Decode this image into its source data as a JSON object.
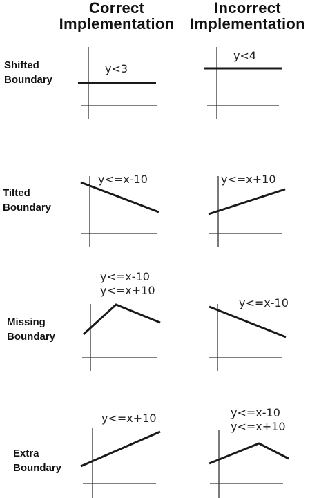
{
  "headers": {
    "correct": [
      "Correct",
      "Implementation"
    ],
    "incorrect": [
      "Incorrect",
      "Implementation"
    ]
  },
  "rows": [
    {
      "label": [
        "Shifted",
        "Boundary"
      ],
      "correct_equations": [
        "y<3"
      ],
      "incorrect_equations": [
        "y<4"
      ]
    },
    {
      "label": [
        "Tilted",
        "Boundary"
      ],
      "correct_equations": [
        "y<=x-10"
      ],
      "incorrect_equations": [
        "y<=x+10"
      ]
    },
    {
      "label": [
        "Missing",
        "Boundary"
      ],
      "correct_equations": [
        "y<=x-10",
        "y<=x+10"
      ],
      "incorrect_equations": [
        "y<=x-10"
      ]
    },
    {
      "label": [
        "Extra",
        "Boundary"
      ],
      "correct_equations": [
        "y<=x+10"
      ],
      "incorrect_equations": [
        "y<=x-10",
        "y<=x+10"
      ]
    }
  ]
}
